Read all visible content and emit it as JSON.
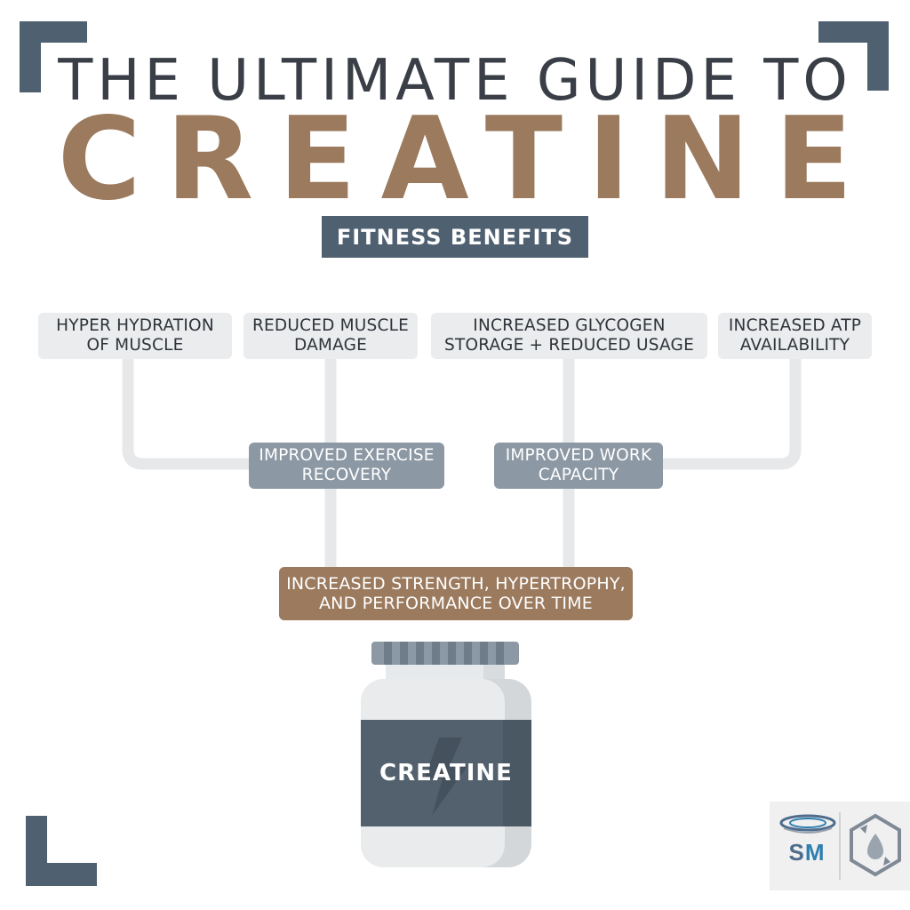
{
  "header": {
    "title_line1": "THE ULTIMATE GUIDE TO",
    "title_line2": "CREATINE",
    "section_label": "FITNESS BENEFITS"
  },
  "benefits_top": [
    {
      "label": "HYPER HYDRATION\nOF MUSCLE"
    },
    {
      "label": "REDUCED MUSCLE\nDAMAGE"
    },
    {
      "label": "INCREASED GLYCOGEN\nSTORAGE + REDUCED USAGE"
    },
    {
      "label": "INCREASED ATP\nAVAILABILITY"
    }
  ],
  "benefits_mid": [
    {
      "label": "IMPROVED EXERCISE\nRECOVERY"
    },
    {
      "label": "IMPROVED WORK\nCAPACITY"
    }
  ],
  "outcome": {
    "label": "INCREASED STRENGTH, HYPERTROPHY,\nAND PERFORMANCE OVER TIME"
  },
  "jar": {
    "label": "CREATINE",
    "icon": "lightning-bolt-icon"
  },
  "logos": {
    "left_icon": "sm-globe-logo",
    "right_icon": "hexagon-droplet-refresh-logo",
    "left_text_s": "S",
    "left_text_m": "M"
  },
  "colors": {
    "slate": "#4f6070",
    "brown": "#9b7a5e",
    "grey_box": "#8c98a4",
    "light_box": "#eaecee",
    "connector": "#e6e8ea"
  }
}
